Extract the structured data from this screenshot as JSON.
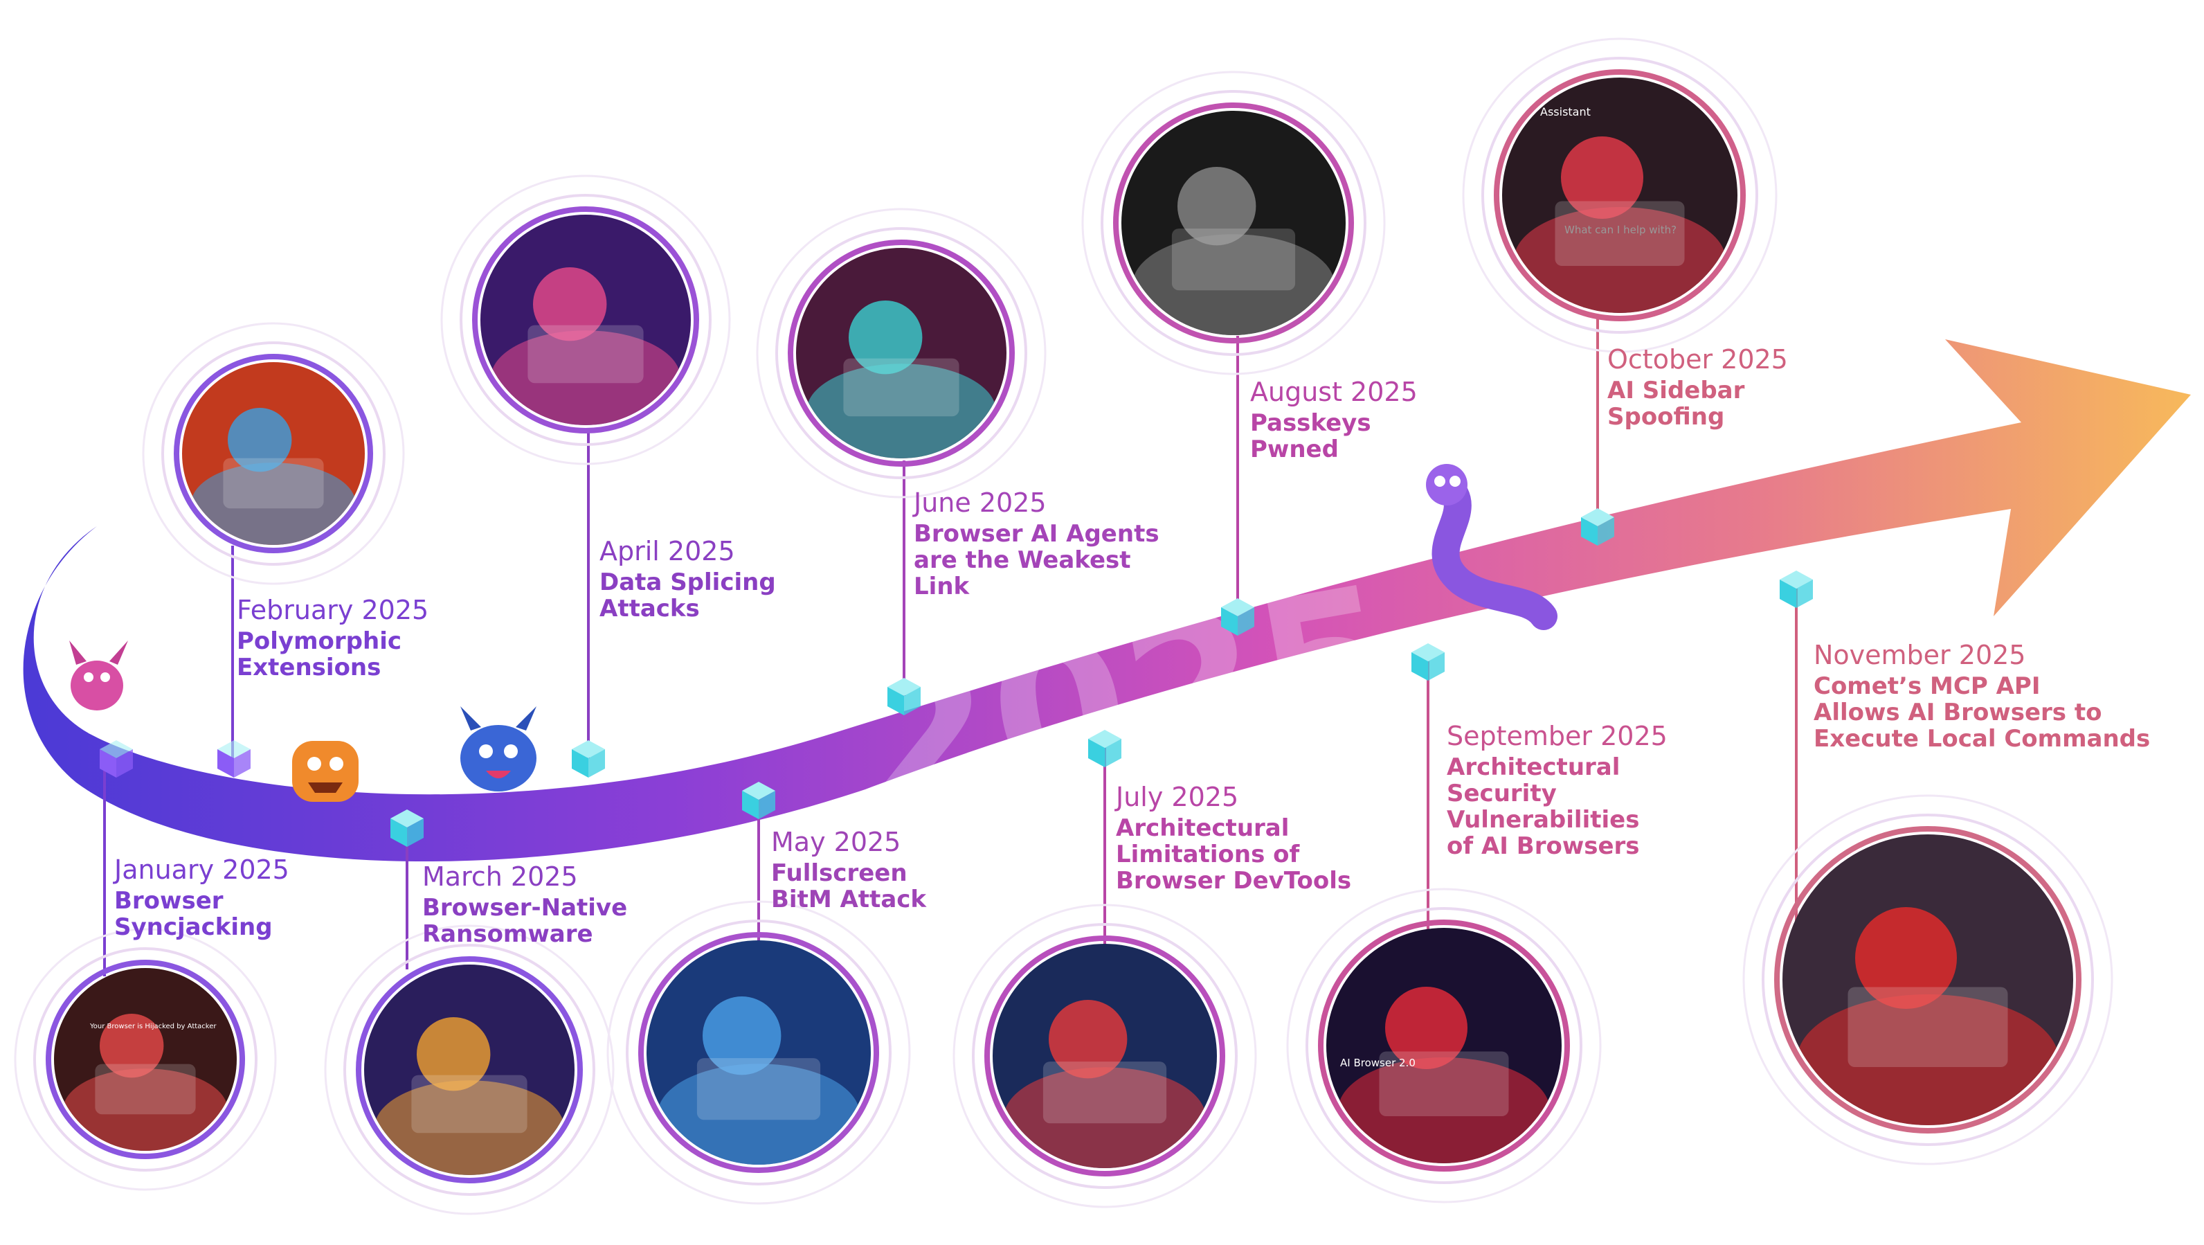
{
  "year_text": "2025",
  "colors": {
    "arrow_start": "#4b3ad6",
    "arrow_mid1": "#8b3fd6",
    "arrow_mid2": "#d453b8",
    "arrow_mid3": "#e77b8c",
    "arrow_end": "#f7b95b",
    "purple_text": "#7a3fd1",
    "violet_text": "#8a3fc2",
    "magenta_text": "#b845a6",
    "rose_text": "#d0607e"
  },
  "events": [
    {
      "date": "January 2025",
      "title": "Browser\nSyncjacking",
      "illustration": "hijacked-browser-window"
    },
    {
      "date": "February 2025",
      "title": "Polymorphic\nExtensions",
      "illustration": "puzzle-monster"
    },
    {
      "date": "March 2025",
      "title": "Browser-Native\nRansomware",
      "illustration": "chained-padlock-browser"
    },
    {
      "date": "April 2025",
      "title": "Data Splicing\nAttacks",
      "illustration": "laptop-data-thief"
    },
    {
      "date": "May 2025",
      "title": "Fullscreen\nBitM Attack",
      "illustration": "compass-shield-hacker"
    },
    {
      "date": "June 2025",
      "title": "Browser AI Agents\nare the Weakest\nLink",
      "illustration": "robot-at-keyboard"
    },
    {
      "date": "July 2025",
      "title": "Architectural\nLimitations of\nBrowser DevTools",
      "illustration": "magnifier-puzzle-monster"
    },
    {
      "date": "August 2025",
      "title": "Passkeys\nPwned",
      "illustration": "stage-presenters"
    },
    {
      "date": "September 2025",
      "title": "Architectural\nSecurity\nVulnerabilities\nof AI Browsers",
      "illustration": "ai-browser-demons"
    },
    {
      "date": "October 2025",
      "title": "AI Sidebar\nSpoofing",
      "illustration": "assistant-sidebar-devil"
    },
    {
      "date": "November 2025",
      "title": "Comet’s MCP API\nAllows AI Browsers to\nExecute Local Commands",
      "illustration": "laptop-red-claw"
    }
  ],
  "sidebar_mock": {
    "header": "Assistant",
    "prompt": "What can I help with?"
  },
  "mini_window": {
    "caption": "Your Browser is Hijacked by Attacker",
    "badge": "AI Browser 2.0"
  }
}
